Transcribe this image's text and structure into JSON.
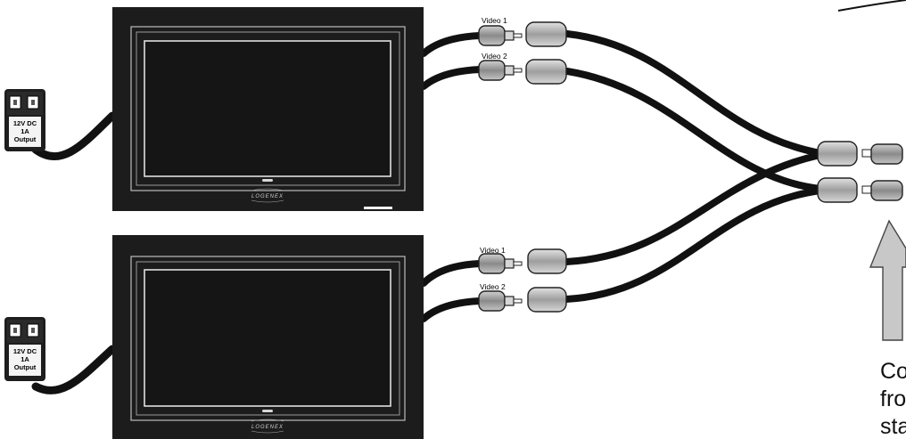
{
  "monitors": [
    {
      "logo": "LOGENEX",
      "cable_labels": [
        "Video 1",
        "Video 2"
      ],
      "adapter": {
        "line1": "12V DC",
        "line2": "1A",
        "line3": "Output"
      }
    },
    {
      "logo": "LOGENEX",
      "cable_labels": [
        "Video 1",
        "Video 2"
      ],
      "adapter": {
        "line1": "12V DC",
        "line2": "1A",
        "line3": "Output"
      }
    }
  ],
  "caption": {
    "line1": "Co",
    "line2": "fro",
    "line3": "sta"
  },
  "colors": {
    "monitor_body": "#1c1c1c",
    "cable": "#111111",
    "connector": "#9a9a9a",
    "arrow": "#c8c8c8"
  }
}
